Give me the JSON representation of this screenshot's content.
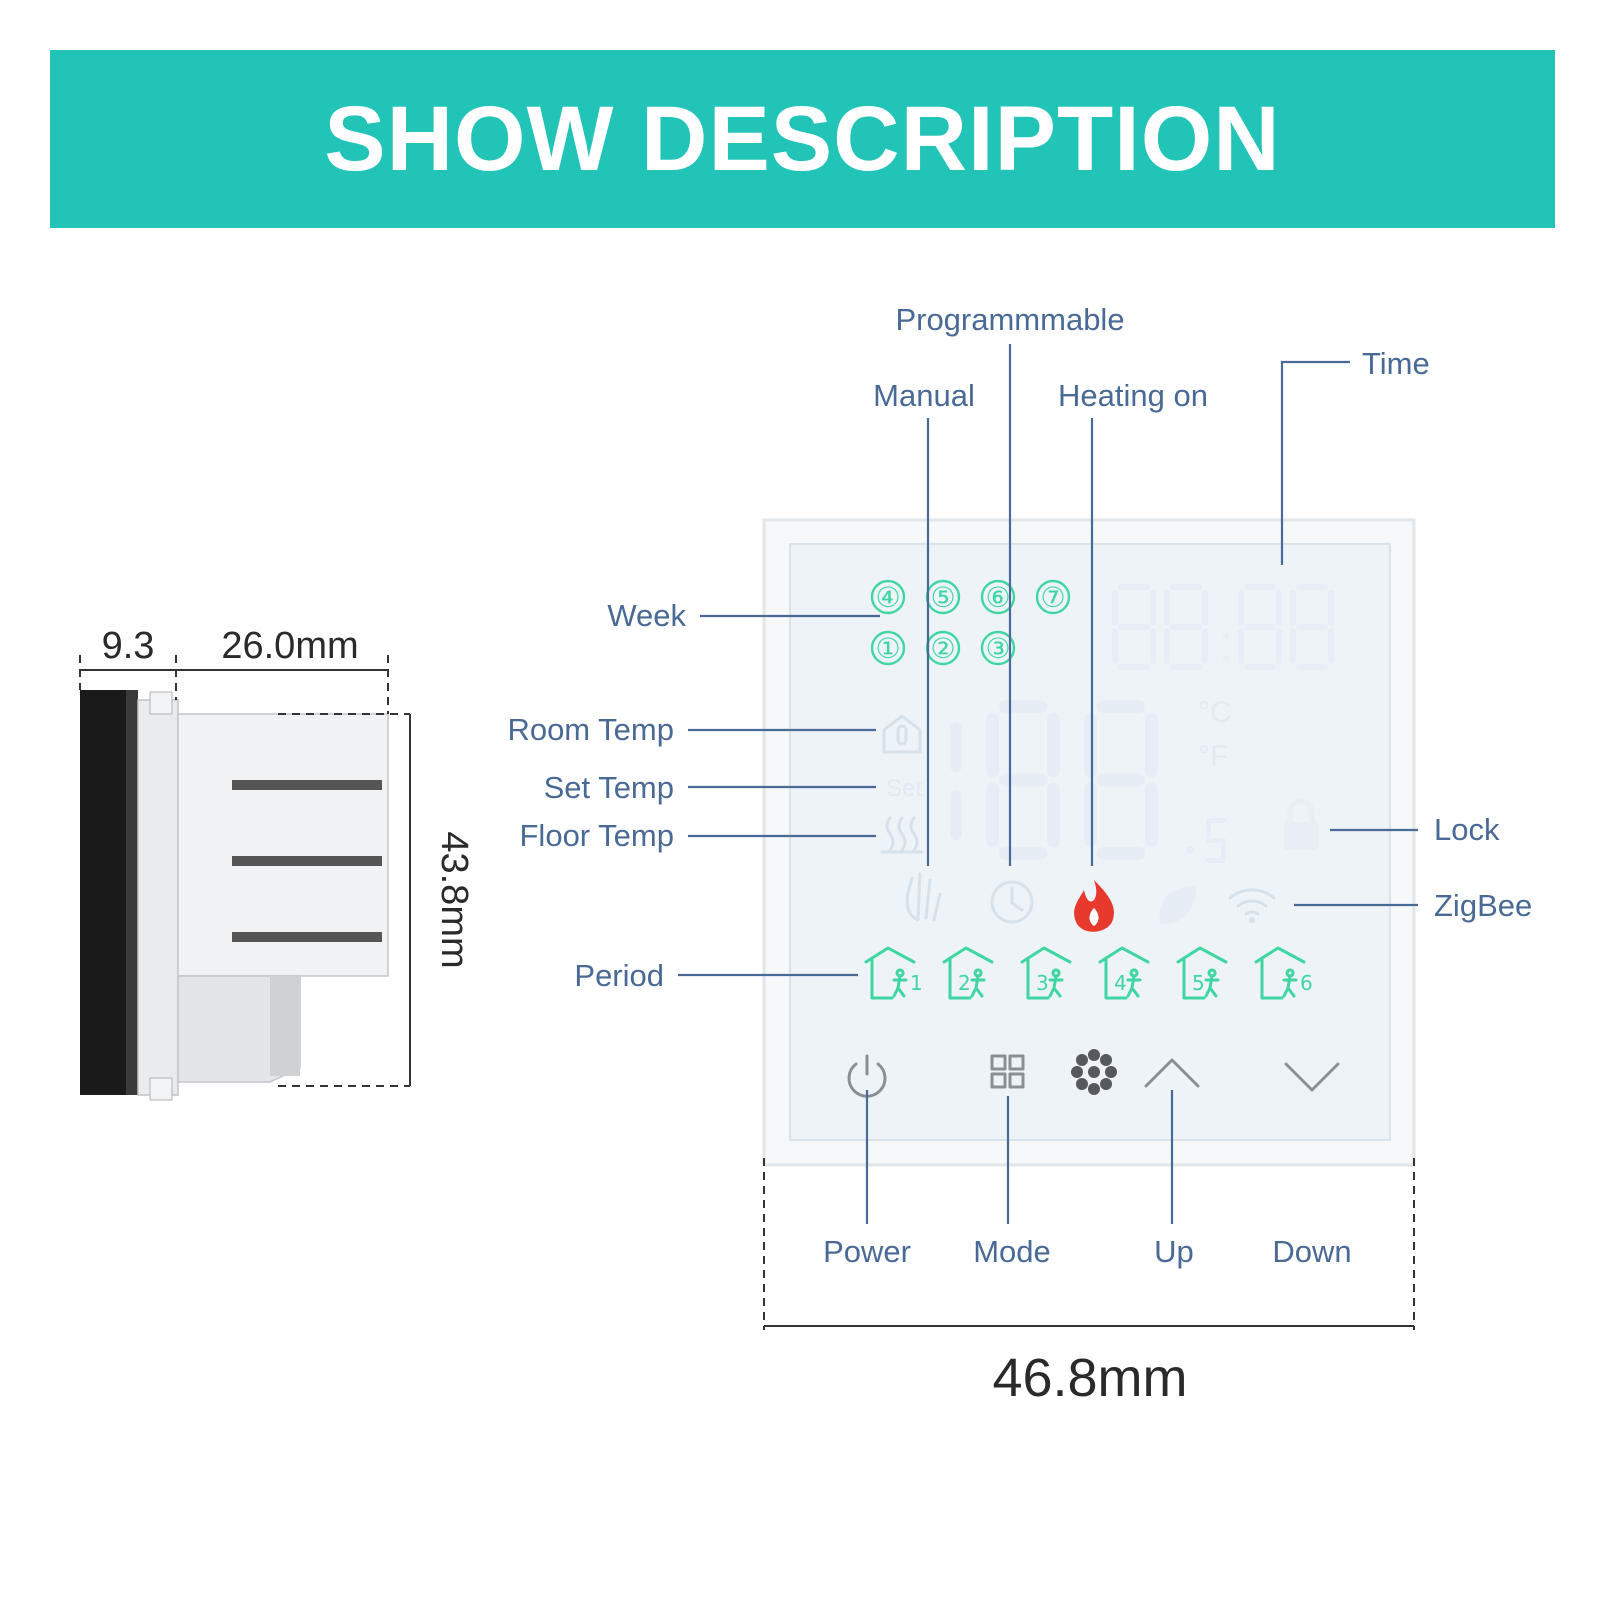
{
  "banner": {
    "title": "SHOW DESCRIPTION"
  },
  "side_view": {
    "depth_a": "9.3",
    "depth_b": "26.0mm",
    "height": "43.8mm"
  },
  "front_view": {
    "width": "46.8mm",
    "labels": {
      "programmable": "Programmmable",
      "manual": "Manual",
      "heating_on": "Heating on",
      "time": "Time",
      "week": "Week",
      "room_temp": "Room Temp",
      "set_temp": "Set Temp",
      "floor_temp": "Floor Temp",
      "lock": "Lock",
      "zigbee": "ZigBee",
      "period": "Period",
      "power": "Power",
      "mode": "Mode",
      "up": "Up",
      "down": "Down"
    },
    "week_days_top": [
      "④",
      "⑤",
      "⑥",
      "⑦"
    ],
    "week_days_bottom": [
      "①",
      "②",
      "③"
    ],
    "display_units": {
      "celsius": "°C",
      "fahrenheit": "°F",
      "set": "Set"
    },
    "period_numbers": [
      "1",
      "2",
      "3",
      "4",
      "5",
      "6"
    ],
    "icons": [
      "manual-hand-icon",
      "clock-icon",
      "flame-icon",
      "leaf-icon",
      "wifi-icon",
      "lock-icon",
      "thermometer-house-icon",
      "floor-heat-icon"
    ],
    "colors": {
      "accent": "#22c4b8",
      "label": "#4a6a96",
      "lcd_green": "#3fd6a2",
      "flame": "#e8392f"
    }
  }
}
